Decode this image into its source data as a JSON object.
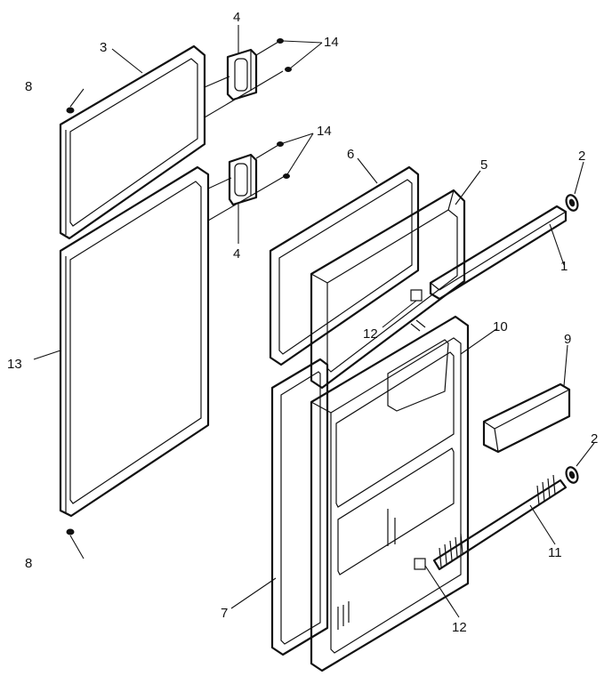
{
  "callouts": {
    "c1": "1",
    "c2_top": "2",
    "c2_bottom": "2",
    "c3": "3",
    "c4_top": "4",
    "c4_bottom": "4",
    "c5": "5",
    "c6": "6",
    "c7": "7",
    "c8_top": "8",
    "c8_bottom": "8",
    "c9": "9",
    "c10": "10",
    "c11": "11",
    "c12_top": "12",
    "c12_bottom": "12",
    "c13": "13",
    "c14_top": "14",
    "c14_bottom": "14"
  }
}
